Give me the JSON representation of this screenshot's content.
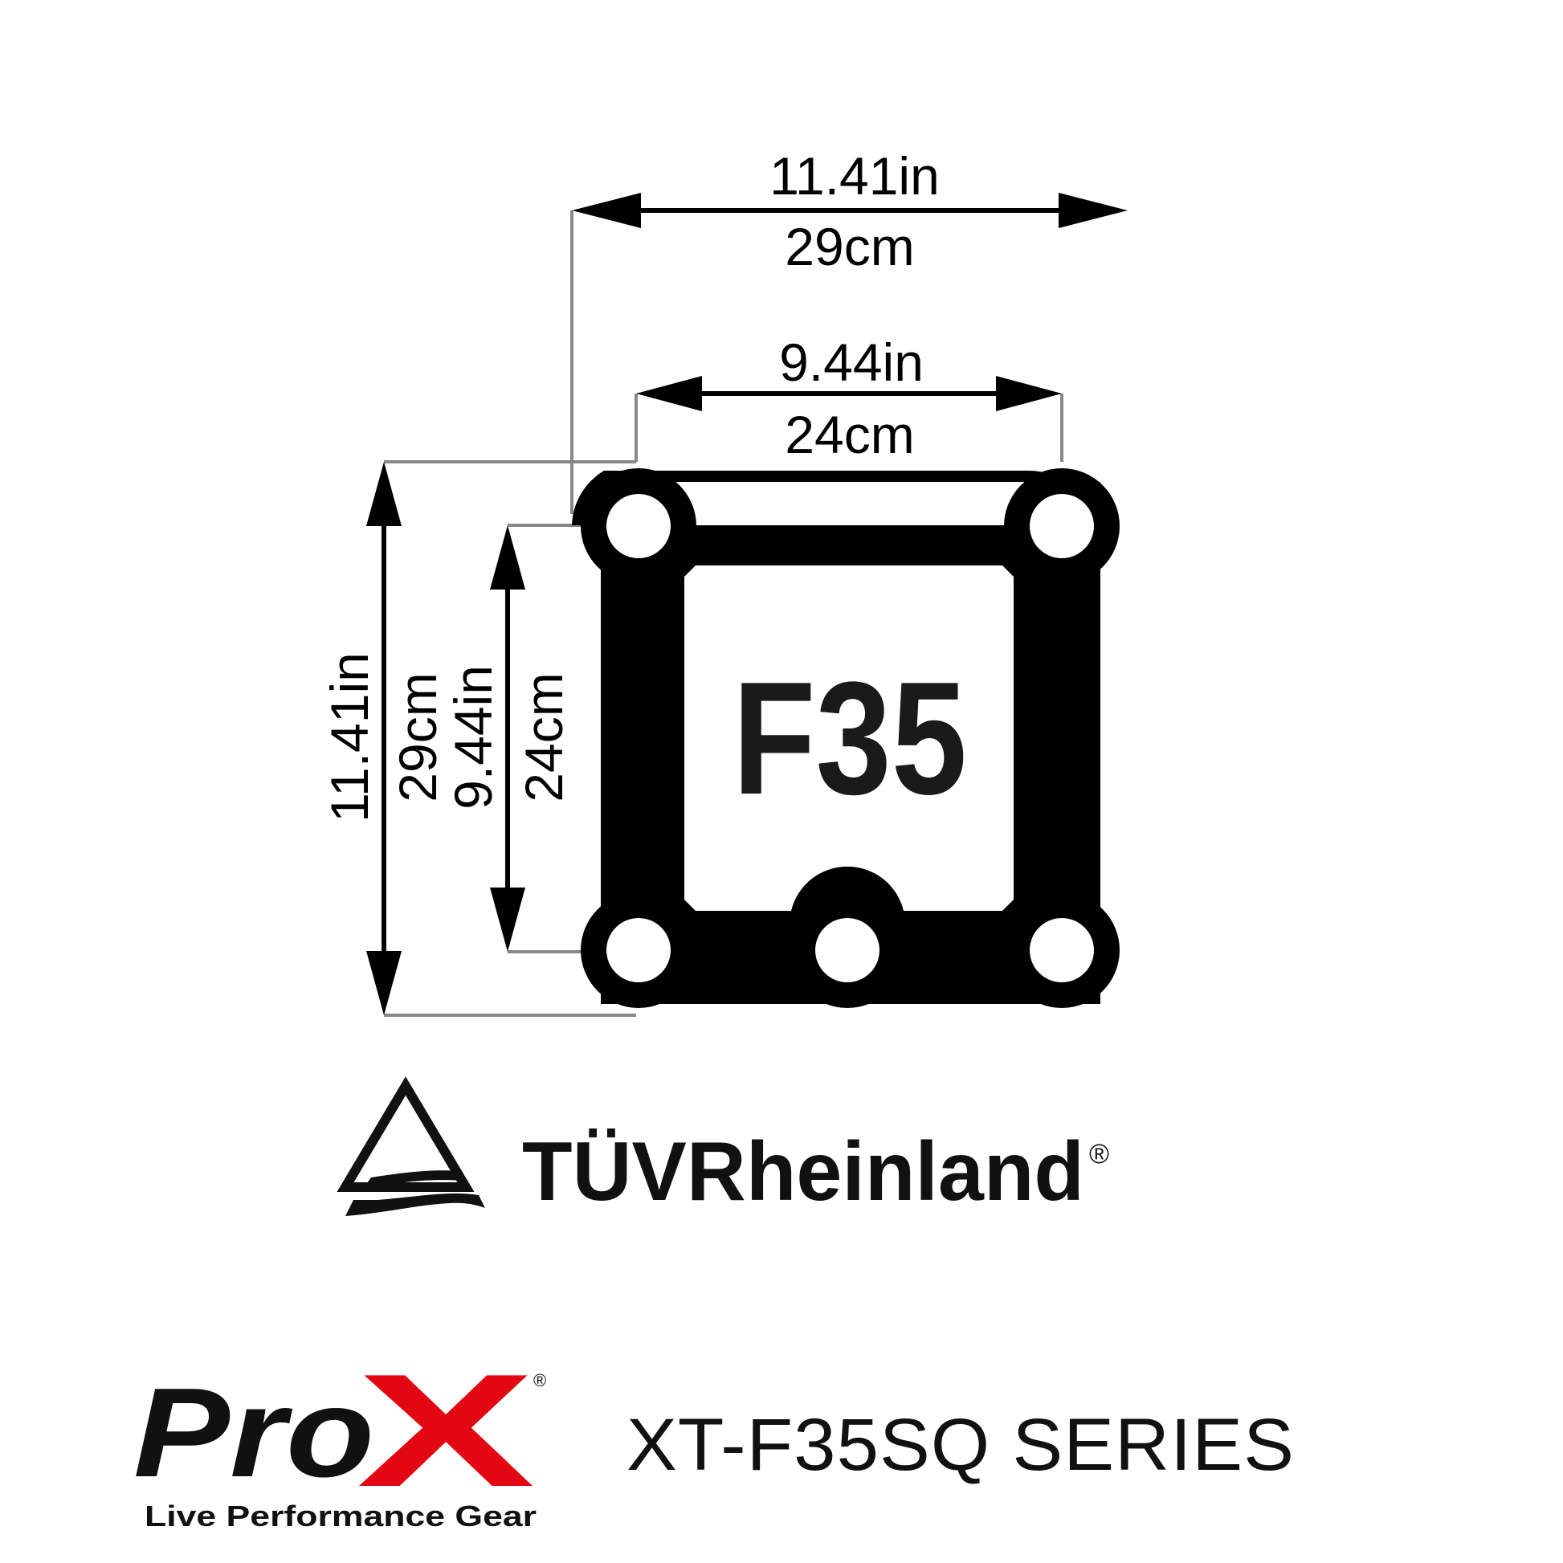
{
  "dimensions": {
    "outer_width_in": "11.41in",
    "outer_width_cm": "29cm",
    "inner_width_in": "9.44in",
    "inner_width_cm": "24cm",
    "outer_height_in": "11.41in",
    "outer_height_cm": "29cm",
    "inner_height_in": "9.44in",
    "inner_height_cm": "24cm"
  },
  "truss_label": "F35",
  "certification": {
    "name": "TÜVRheinland",
    "registered": "®"
  },
  "brand": {
    "pro": "Pro",
    "x": "X",
    "registered": "®",
    "tagline": "Live Performance Gear",
    "accent_color": "#e30613"
  },
  "product": {
    "series_label": "XT-F35SQ SERIES"
  }
}
